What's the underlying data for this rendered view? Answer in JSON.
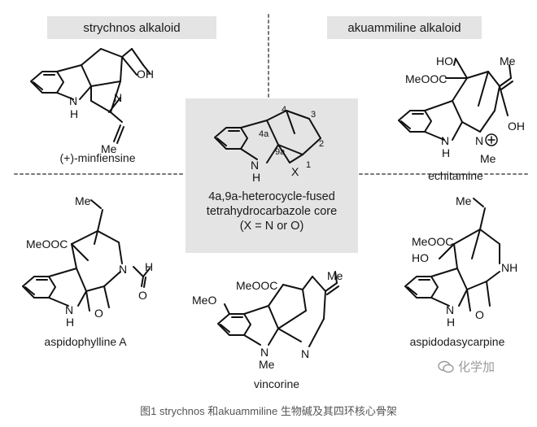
{
  "headers": {
    "left": "strychnos alkaloid",
    "right": "akuammiline alkaloid"
  },
  "core": {
    "line1": "4a,9a-heterocycle-fused",
    "line2": "tetrahydrocarbazole core",
    "line3": "(X = N or O)",
    "atoms": {
      "n4a": "4a",
      "n9a": "9a",
      "n4": "4",
      "n3": "3",
      "n2": "2",
      "n1": "1",
      "nh": "N",
      "h": "H",
      "x": "X"
    }
  },
  "compounds": {
    "minfiensine": {
      "name": "(+)-minfiensine",
      "oh": "OH",
      "nh": "N",
      "h": "H",
      "n": "N",
      "me": "Me"
    },
    "echitamine": {
      "name": "echitamine",
      "ho": "HO",
      "me_top": "Me",
      "ester": "MeOOC",
      "oh": "OH",
      "nh": "N",
      "h": "H",
      "nplus": "N",
      "me": "Me"
    },
    "aspidophylline": {
      "name": "aspidophylline A",
      "me": "Me",
      "ester": "MeOOC",
      "n": "N",
      "h_ald": "H",
      "o_ald": "O",
      "nh": "N",
      "h": "H",
      "o": "O"
    },
    "vincorine": {
      "name": "vincorine",
      "meo": "MeO",
      "ester": "MeOOC",
      "me_top": "Me",
      "n_ind": "N",
      "me_n": "Me",
      "n": "N"
    },
    "aspidodasycarpine": {
      "name": "aspidodasycarpine",
      "me": "Me",
      "ester": "MeOOC",
      "ho": "HO",
      "nh_ring": "NH",
      "nh": "N",
      "h": "H",
      "o": "O"
    }
  },
  "watermark": "化学加",
  "caption": "图1 strychnos 和akuammiline 生物碱及其四环核心骨架"
}
